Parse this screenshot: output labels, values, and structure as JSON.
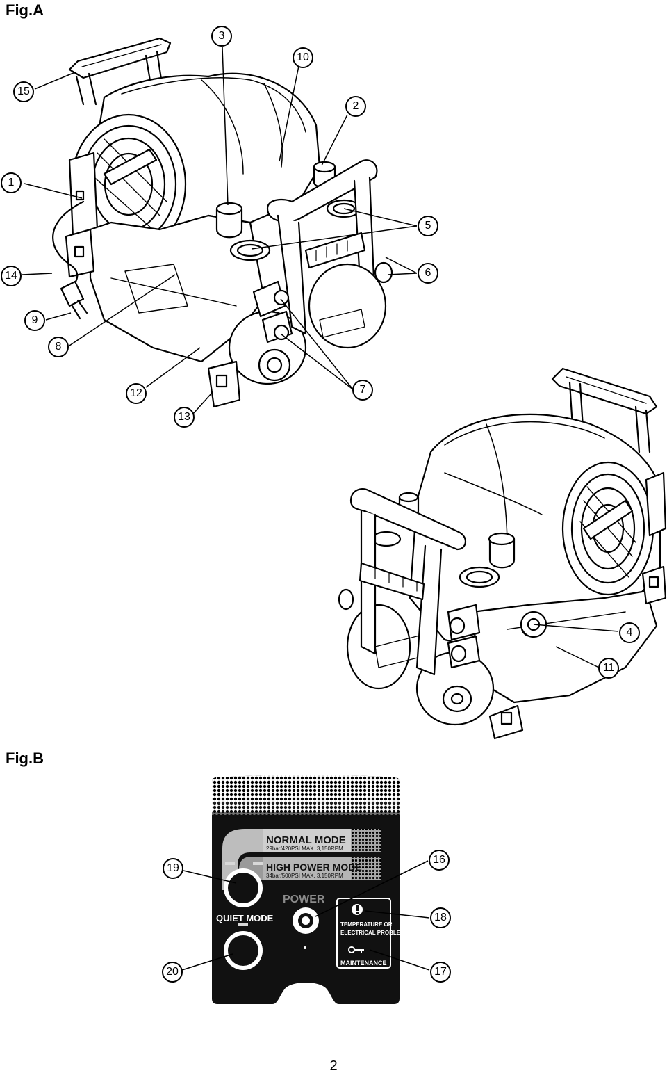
{
  "figA": {
    "title": "Fig.A",
    "callouts": {
      "c1": "1",
      "c2": "2",
      "c3": "3",
      "c4": "4",
      "c5": "5",
      "c6": "6",
      "c7": "7",
      "c8": "8",
      "c9": "9",
      "c10": "10",
      "c11": "11",
      "c12": "12",
      "c13": "13",
      "c14": "14",
      "c15": "15"
    }
  },
  "figB": {
    "title": "Fig.B",
    "panel": {
      "normal_mode": "NORMAL MODE",
      "normal_spec": "29bar/420PSI   MAX. 3,150RPM",
      "high_mode": "HIGH POWER MODE",
      "high_spec": "34bar/500PSI   MAX. 3,150RPM",
      "power": "POWER",
      "quiet_mode": "QUIET MODE",
      "temperature_line1": "TEMPERATURE OR",
      "temperature_line2": "ELECTRICAL PROBLEM",
      "maintenance": "MAINTENANCE"
    },
    "callouts": {
      "c16": "16",
      "c17": "17",
      "c18": "18",
      "c19": "19",
      "c20": "20"
    }
  },
  "page_number": "2"
}
